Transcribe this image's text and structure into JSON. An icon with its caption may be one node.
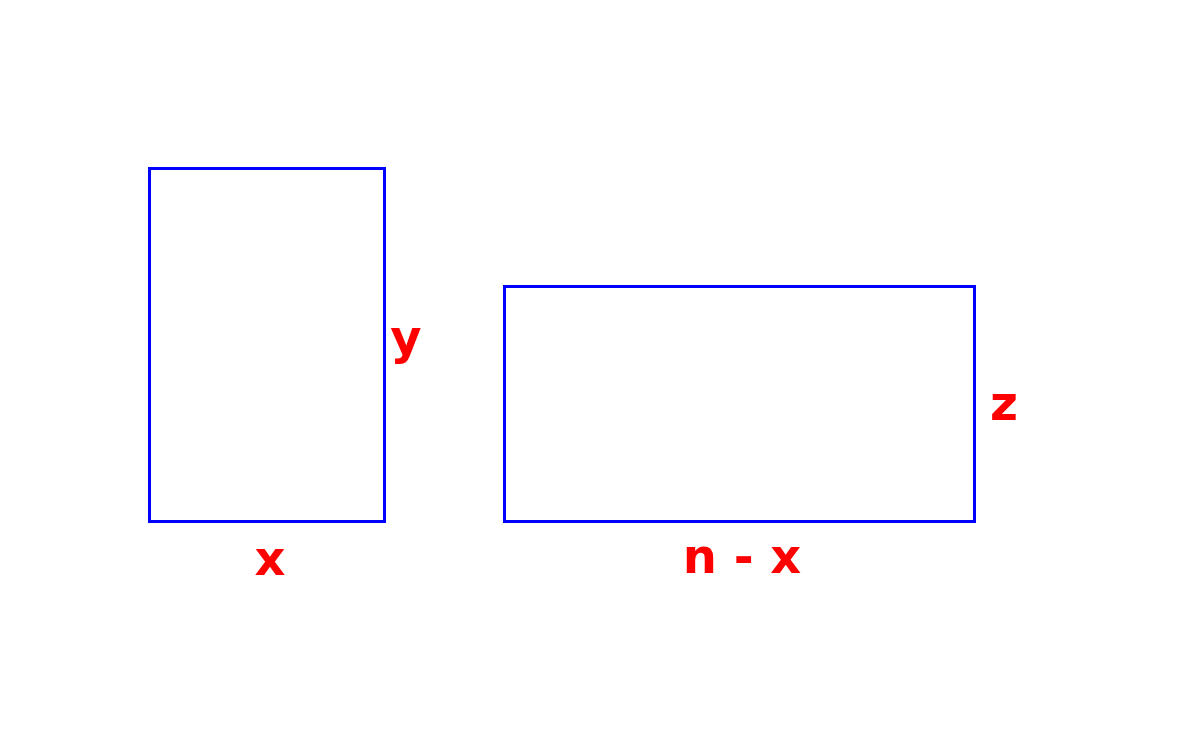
{
  "diagram": {
    "nodes": [
      {
        "text": [],
        "shape": "box",
        "beside": [
          "y",
          "x"
        ]
      },
      {
        "text": [],
        "shape": "box",
        "beside": [
          "z",
          "n - x"
        ]
      }
    ]
  }
}
